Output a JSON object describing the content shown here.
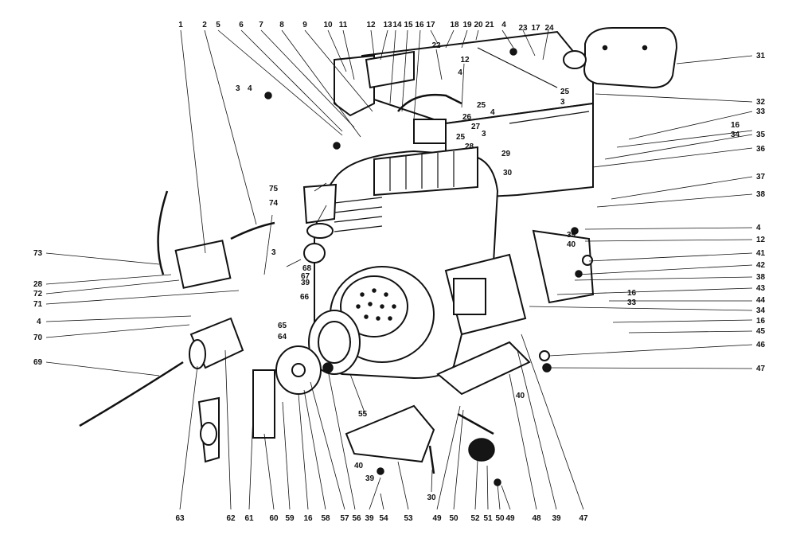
{
  "callouts": {
    "top": [
      "1",
      "2",
      "5",
      "6",
      "7",
      "8",
      "9",
      "10",
      "11",
      "12",
      "13",
      "14",
      "15",
      "16",
      "17",
      "18",
      "19",
      "20",
      "21",
      "4",
      "23",
      "17",
      "24",
      "22",
      "12",
      "4"
    ],
    "right": [
      "31",
      "32",
      "33",
      "16",
      "34",
      "35",
      "36",
      "37",
      "38",
      "4",
      "39",
      "40",
      "12",
      "41",
      "42",
      "38",
      "43",
      "16",
      "33",
      "44",
      "34",
      "16",
      "45",
      "46",
      "47"
    ],
    "left": [
      "73",
      "28",
      "72",
      "71",
      "4",
      "70",
      "69"
    ],
    "middle": [
      "3",
      "4",
      "25",
      "25",
      "4",
      "3",
      "26",
      "27",
      "3",
      "25",
      "28",
      "29",
      "30",
      "75",
      "74",
      "3",
      "68",
      "39",
      "67",
      "66",
      "65",
      "64",
      "55",
      "40",
      "40",
      "39"
    ],
    "bottom": [
      "63",
      "62",
      "61",
      "60",
      "59",
      "16",
      "58",
      "57",
      "56",
      "39",
      "54",
      "53",
      "30",
      "49",
      "50",
      "52",
      "51",
      "50",
      "49",
      "48",
      "39",
      "47"
    ]
  }
}
